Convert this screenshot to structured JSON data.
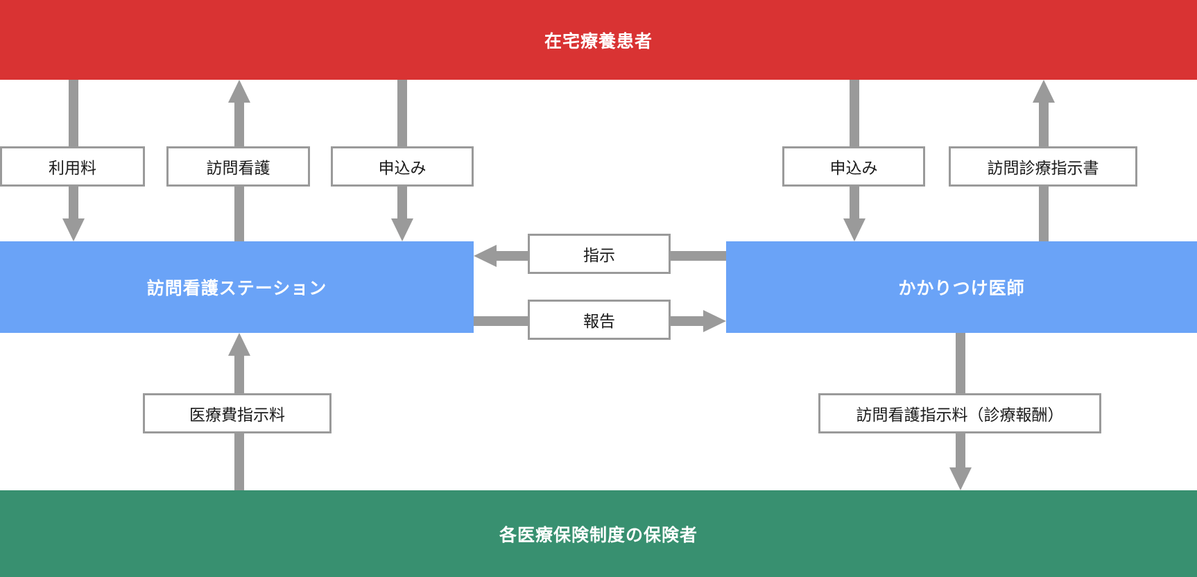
{
  "diagram": {
    "title_visible": false,
    "colors": {
      "patient_band": "#D93333",
      "provider_band": "#6AA3F7",
      "insurer_band": "#389070",
      "arrow": "#9A9A9A",
      "chip_border": "#9A9A9A",
      "chip_background": "#FFFFFF",
      "band_text": "#FFFFFF",
      "chip_text": "#1A1A1A"
    },
    "actors": {
      "patient": "在宅療養患者",
      "visiting_nurse_station": "訪問看護ステーション",
      "family_doctor": "かかりつけ医師",
      "insurer": "各医療保険制度の保険者"
    },
    "flows": {
      "usage_fee": {
        "label": "利用料",
        "direction": "down",
        "from": "在宅療養患者",
        "to": "訪問看護ステーション"
      },
      "visiting_nursing": {
        "label": "訪問看護",
        "direction": "up",
        "from": "訪問看護ステーション",
        "to": "在宅療養患者"
      },
      "application_left": {
        "label": "申込み",
        "direction": "down",
        "from": "在宅療養患者",
        "to": "訪問看護ステーション"
      },
      "application_right": {
        "label": "申込み",
        "direction": "down",
        "from": "在宅療養患者",
        "to": "かかりつけ医師"
      },
      "home_care_order": {
        "label": "訪問診療指示書",
        "direction": "up",
        "from": "かかりつけ医師",
        "to": "在宅療養患者"
      },
      "instruction": {
        "label": "指示",
        "direction": "left",
        "from": "かかりつけ医師",
        "to": "訪問看護ステーション"
      },
      "report": {
        "label": "報告",
        "direction": "right",
        "from": "訪問看護ステーション",
        "to": "かかりつけ医師"
      },
      "medical_fee": {
        "label": "医療費指示料",
        "direction": "up",
        "from": "各医療保険制度の保険者",
        "to": "訪問看護ステーション"
      },
      "nursing_order_fee": {
        "label": "訪問看護指示料（診療報酬）",
        "direction": "down",
        "from": "かかりつけ医師",
        "to": "各医療保険制度の保険者"
      }
    }
  }
}
